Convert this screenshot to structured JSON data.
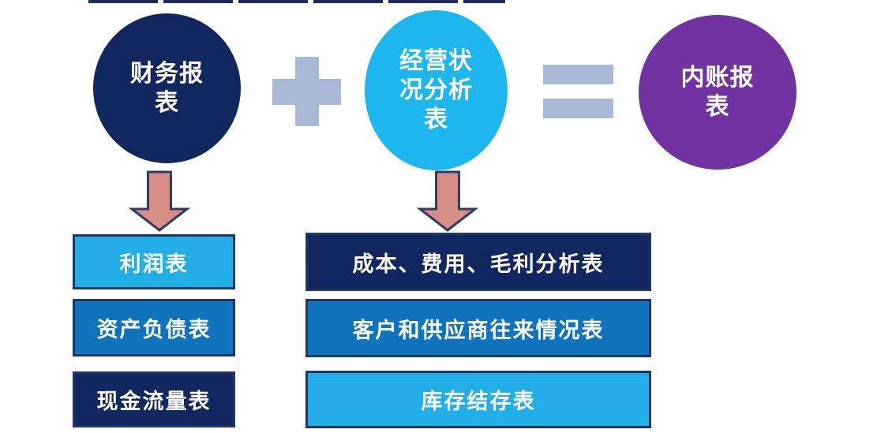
{
  "diagram": {
    "equation": {
      "operand1": {
        "label": "财务报\n表",
        "color": "#12275f"
      },
      "operand2": {
        "label": "经营状\n况分析\n表",
        "color": "#1db6ee"
      },
      "result": {
        "label": "内账报\n表",
        "color": "#7132a2"
      },
      "operator_color": "#a9b8d5",
      "plus_icon": "plus-sign",
      "equals_icon": "equals-sign"
    },
    "arrow": {
      "icon": "down-block-arrow",
      "fill": "#d88e85",
      "stroke": "#2d3c66"
    },
    "left_column": [
      {
        "label": "利润表",
        "bg": "#23aee8"
      },
      {
        "label": "资产负债表",
        "bg": "#1173bc"
      },
      {
        "label": "现金流量表",
        "bg": "#12275f"
      }
    ],
    "right_column": [
      {
        "label": "成本、费用、毛利分析表",
        "bg": "#12275f"
      },
      {
        "label": "客户和供应商往来情况表",
        "bg": "#1173bc"
      },
      {
        "label": "库存结存表",
        "bg": "#23aee8"
      }
    ]
  }
}
